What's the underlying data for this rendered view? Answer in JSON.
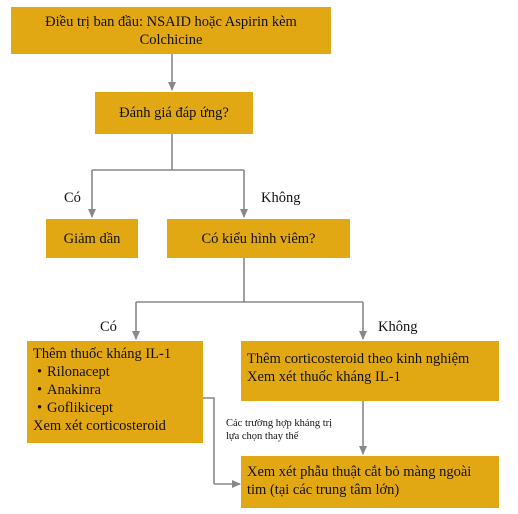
{
  "nodes": {
    "start": {
      "line1": "Điều trị ban đầu: NSAID hoặc Aspirin kèm",
      "line2": "Colchicine"
    },
    "assess": {
      "text": "Đánh giá đáp ứng?"
    },
    "taper": {
      "text": "Giảm dần"
    },
    "inflammatory": {
      "text": "Có kiểu hình viêm?"
    },
    "il1": {
      "title": "Thêm thuốc kháng IL-1",
      "drugs": [
        "Rilonacept",
        "Anakinra",
        "Goflikicept"
      ],
      "footer": "Xem xét corticosteroid"
    },
    "cortico": {
      "line1": "Thêm corticosteroid theo kinh nghiệm",
      "line2": "Xem xét thuốc kháng IL-1"
    },
    "surgery": {
      "line1": "Xem xét phẫu thuật cắt bỏ màng ngoài",
      "line2": "tim (tại các trung tâm lớn)"
    }
  },
  "labels": {
    "yes1": "Có",
    "no1": "Không",
    "yes2": "Có",
    "no2": "Không",
    "refractory_line1": "Các trường hợp kháng trị",
    "refractory_line2": "lựa chọn thay thế"
  },
  "colors": {
    "box_fill": "#E2A814",
    "arrow": "#888888"
  }
}
